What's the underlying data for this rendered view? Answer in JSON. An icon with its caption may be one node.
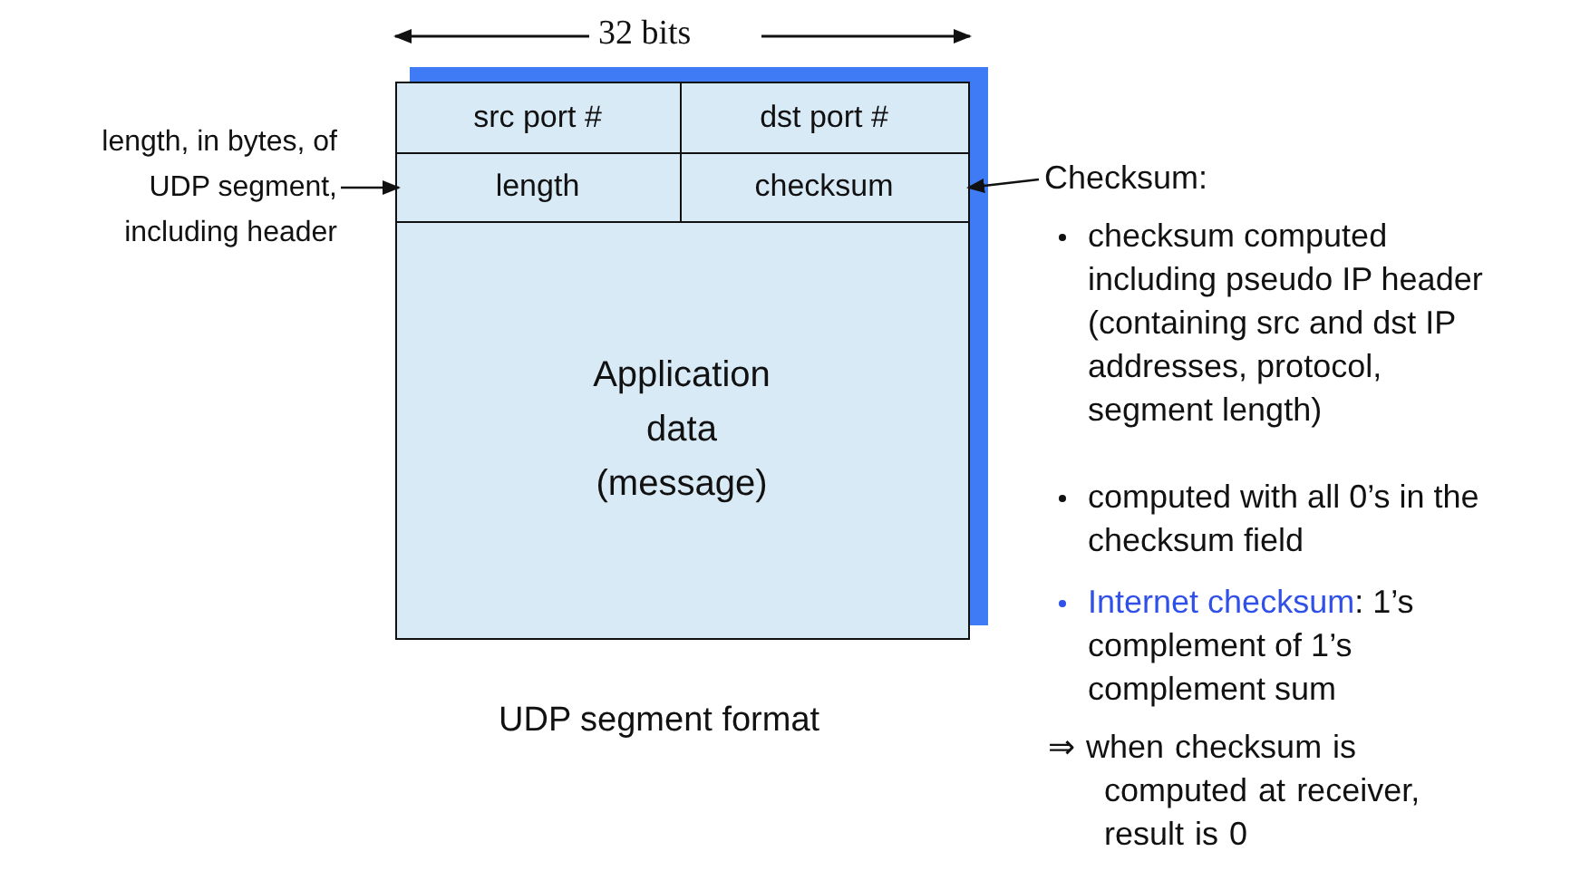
{
  "diagram": {
    "caption": "UDP segment format",
    "nodes": [
      {
        "text": [],
        "shape": "box"
      },
      {
        "text": [
          "src port #"
        ],
        "in": 0
      },
      {
        "text": [
          "dst port #"
        ],
        "in": 0
      },
      {
        "text": [
          "length"
        ],
        "in": 0
      },
      {
        "text": [
          "checksum"
        ],
        "in": 0
      },
      {
        "text": [
          "Application data (message)"
        ],
        "in": 0
      },
      {
        "text": [
          "length, in bytes, of UDP segment, including header"
        ]
      },
      {
        "text": [
          "Checksum:"
        ]
      }
    ],
    "edges": [
      {
        "from": 6,
        "to": 3,
        "arrow": "to"
      },
      {
        "from": 7,
        "to": 4,
        "arrow": "to"
      }
    ],
    "labels": [
      "32 bits",
      "checksum computed including pseudo IP header (containing src and dst IP addresses, protocol, segment length)",
      "computed with all 0’s in the checksum field",
      "Internet checksum: 1’s complement of 1’s complement sum",
      "⇒ when checksum is computed at receiver, result is 0"
    ]
  }
}
